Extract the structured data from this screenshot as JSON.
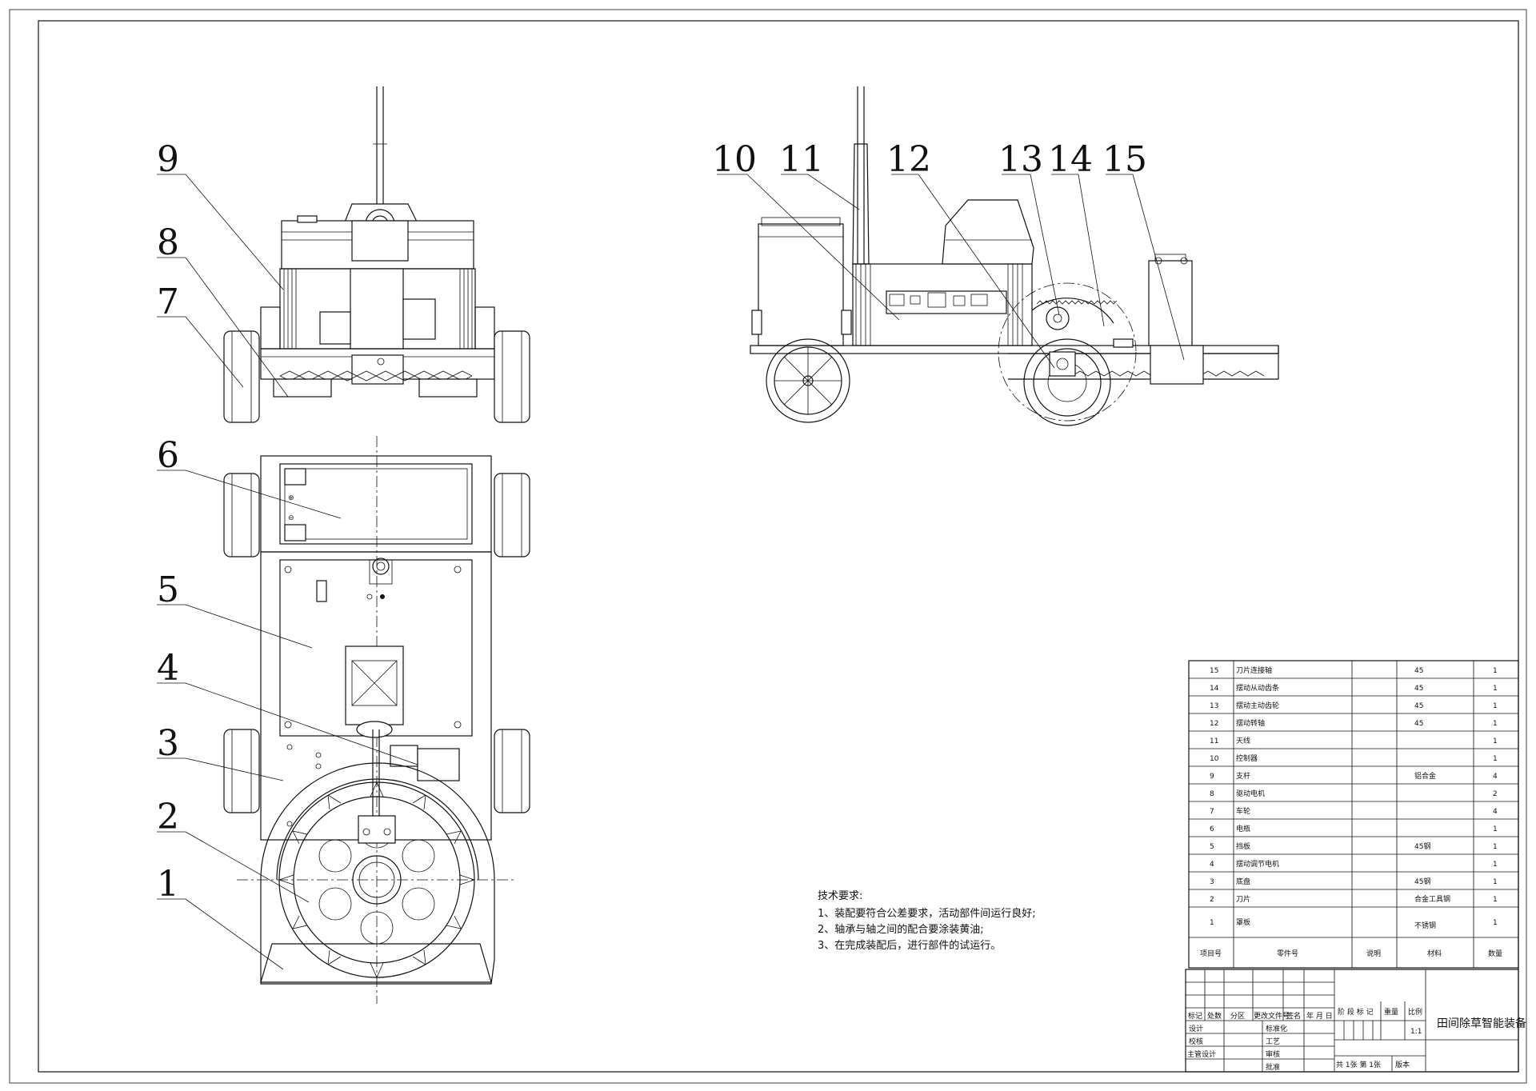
{
  "callouts": [
    "1",
    "2",
    "3",
    "4",
    "5",
    "6",
    "7",
    "8",
    "9",
    "10",
    "11",
    "12",
    "13",
    "14",
    "15"
  ],
  "notes": {
    "heading": "技术要求:",
    "lines": [
      "1、装配要符合公差要求，活动部件间运行良好;",
      "2、轴承与轴之间的配合要涂装黄油;",
      "3、在完成装配后，进行部件的试运行。"
    ]
  },
  "bom": {
    "rows": [
      {
        "no": "15",
        "name": "刀片连接轴",
        "desc": "",
        "material": "45",
        "qty": "1"
      },
      {
        "no": "14",
        "name": "摆动从动齿条",
        "desc": "",
        "material": "45",
        "qty": "1"
      },
      {
        "no": "13",
        "name": "摆动主动齿轮",
        "desc": "",
        "material": "45",
        "qty": "1"
      },
      {
        "no": "12",
        "name": "摆动转轴",
        "desc": "",
        "material": "45",
        "qty": "1"
      },
      {
        "no": "11",
        "name": "天线",
        "desc": "",
        "material": "",
        "qty": "1"
      },
      {
        "no": "10",
        "name": "控制器",
        "desc": "",
        "material": "",
        "qty": "1"
      },
      {
        "no": "9",
        "name": "支杆",
        "desc": "",
        "material": "铝合金",
        "qty": "4"
      },
      {
        "no": "8",
        "name": "驱动电机",
        "desc": "",
        "material": "",
        "qty": "2"
      },
      {
        "no": "7",
        "name": "车轮",
        "desc": "",
        "material": "",
        "qty": "4"
      },
      {
        "no": "6",
        "name": "电瓶",
        "desc": "",
        "material": "",
        "qty": "1"
      },
      {
        "no": "5",
        "name": "挡板",
        "desc": "",
        "material": "45钢",
        "qty": "1"
      },
      {
        "no": "4",
        "name": "摆动调节电机",
        "desc": "",
        "material": "",
        "qty": "1"
      },
      {
        "no": "3",
        "name": "底盘",
        "desc": "",
        "material": "45钢",
        "qty": "1"
      },
      {
        "no": "2",
        "name": "刀片",
        "desc": "",
        "material": "合金工具钢",
        "qty": "1"
      },
      {
        "no": "1",
        "name": "罩板",
        "desc": "",
        "material": "不锈钢",
        "qty": "1"
      }
    ],
    "header": {
      "no": "项目号",
      "name": "零件号",
      "desc": "说明",
      "material": "材料",
      "qty": "数量"
    }
  },
  "titleblock": {
    "rev_headers": [
      "标记",
      "处数",
      "分区",
      "更改文件号",
      "签名",
      "年 月 日"
    ],
    "roles_left": [
      "设计",
      "校核",
      "主管设计"
    ],
    "roles_mid": [
      "标准化",
      "工艺",
      "审核",
      "批准"
    ],
    "stage": "阶 段 标 记",
    "weight": "重量",
    "scale_label": "比例",
    "scale_value": "1:1",
    "sheets": "共 1张  第 1张",
    "version": "版本",
    "drawing_title": "田间除草智能装备"
  }
}
